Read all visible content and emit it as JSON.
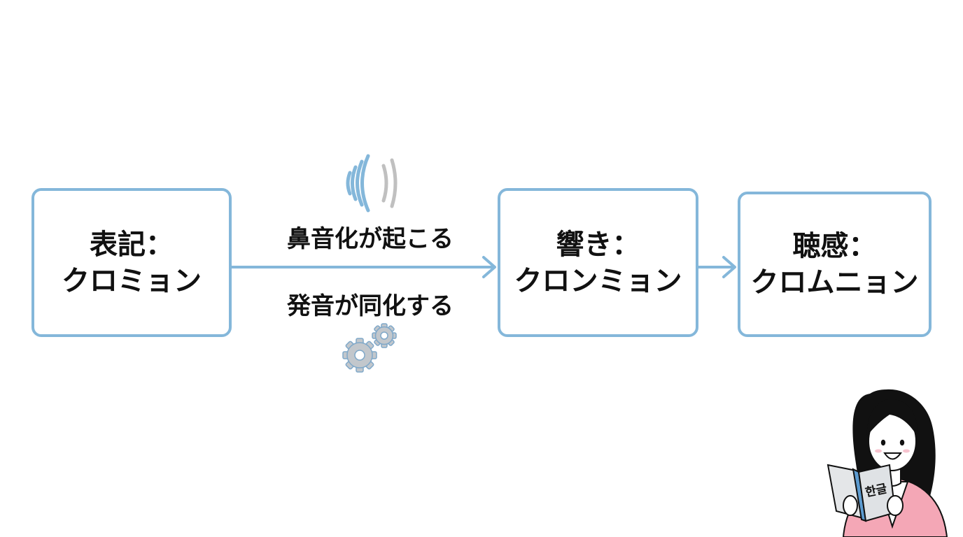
{
  "diagram": {
    "box_notation": {
      "line1": "表記：",
      "line2": "クロミョン"
    },
    "box_sound": {
      "line1": "響き：",
      "line2": "クロンミョン"
    },
    "box_hearing": {
      "line1": "聴感：",
      "line2": "クロムニョン"
    },
    "arrow_label_top": "鼻音化が起こる",
    "arrow_label_bottom": "発音が同化する"
  },
  "illustration": {
    "book_title": "한글"
  },
  "colors": {
    "box_border": "#84b7da",
    "arrow": "#84b7da",
    "sound_wave_blue": "#84b7da",
    "sound_wave_gray": "#c0c0c0",
    "gear": "#c2c7cc",
    "cardigan": "#f4a7b6"
  },
  "icons": [
    "sound-wave-icon",
    "gears-icon",
    "woman-reading-illustration"
  ]
}
